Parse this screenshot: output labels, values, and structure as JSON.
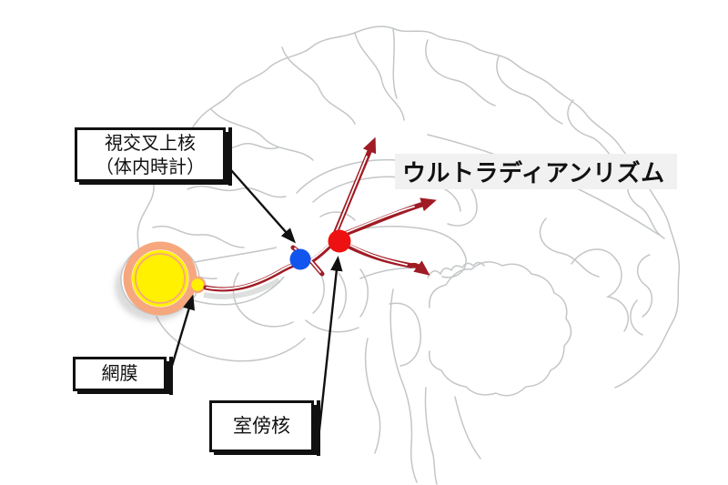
{
  "title": {
    "text": "ウルトラディアンリズム"
  },
  "labels": {
    "scn": {
      "line1": "視交叉上核",
      "line2": "（体内時計）"
    },
    "retina": {
      "text": "網膜"
    },
    "pvn": {
      "text": "室傍核"
    }
  },
  "colors": {
    "signal_arrow": "#a01b24",
    "pointer_arrow": "#111111",
    "scn_dot": "#1155ee",
    "pvn_dot": "#ee1111",
    "eye_ring": "#f6a77d",
    "eye_fill": "#fff100",
    "brain_outline": "#c3c6c8",
    "title_highlight": "#f1f1f2"
  }
}
